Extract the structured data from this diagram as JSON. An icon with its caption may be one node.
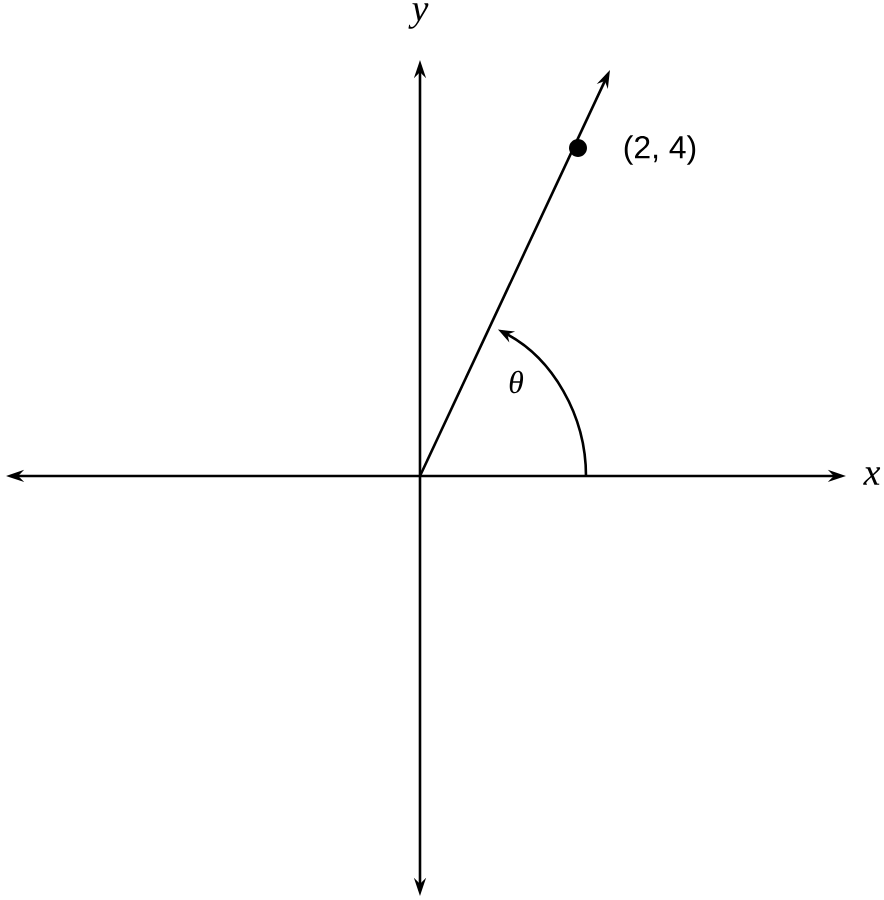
{
  "diagram": {
    "labels": [
      "y",
      "x",
      "(2, 4)",
      "θ"
    ]
  }
}
